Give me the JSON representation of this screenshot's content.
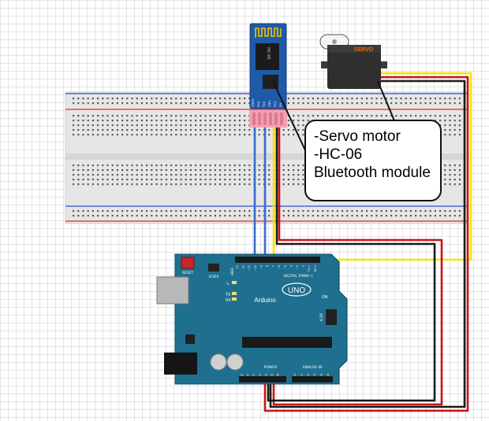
{
  "callout": {
    "lines": [
      "-Servo motor",
      "-HC-06",
      "Bluetooth module"
    ]
  },
  "hc06": {
    "label": "HC-05",
    "pins": [
      "STATE",
      "RXD",
      "TXD",
      "GND",
      "VCC",
      "EN"
    ]
  },
  "servo": {
    "label": "SERVO"
  },
  "arduino": {
    "brand": "Arduino",
    "model": "UNO",
    "reset_label": "RESET",
    "icsp2_label": "ICSP2",
    "icsp_label": "ICSP",
    "led_l": "L",
    "led_tx": "TX",
    "led_rx": "RX",
    "on_label": "ON",
    "digital_label": "DIGITAL (PWM~)",
    "power_label": "POWER",
    "analog_label": "ANALOG IN",
    "aref_label": "AREF",
    "gnd_label": "GND",
    "digital_pins": [
      "13",
      "12",
      "~11",
      "~10",
      "~9",
      "8",
      "7",
      "~6",
      "~5",
      "4",
      "~3",
      "2",
      "TX 1",
      "RX 0"
    ],
    "power_pins": [
      "IOREF",
      "RESET",
      "3V3",
      "5V",
      "GND",
      "GND",
      "VIN"
    ],
    "analog_pins": [
      "A0",
      "A1",
      "A2",
      "A3",
      "A4",
      "A5"
    ]
  },
  "colors": {
    "wire_yellow": "#f2e600",
    "wire_red": "#c81414",
    "wire_black": "#1a1a1a",
    "wire_blue": "#3a6ad0",
    "board_teal": "#1f6f8f",
    "breadboard": "#e8e8e8",
    "rail_red": "#e04040",
    "rail_blue": "#4060c8",
    "module_blue": "#1e5aa8"
  }
}
